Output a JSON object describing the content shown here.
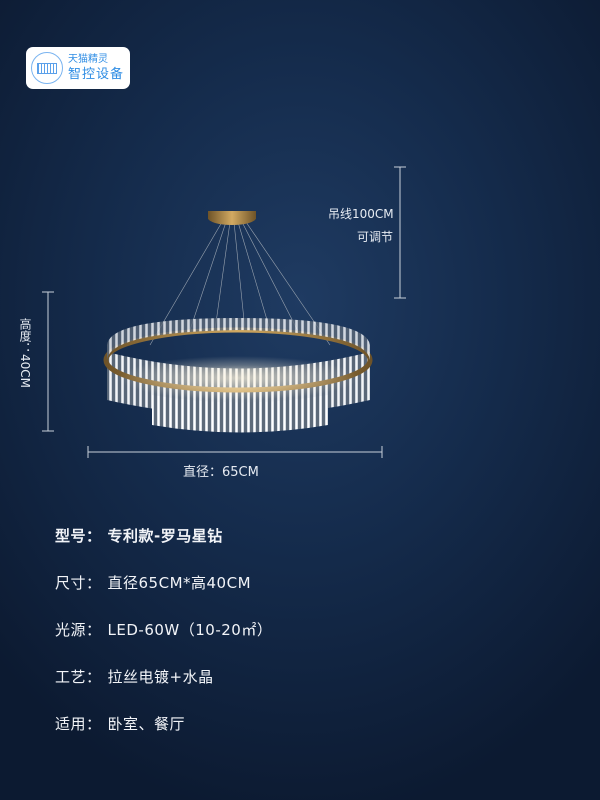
{
  "badge": {
    "line1": "天猫精灵",
    "line2": "智控设备",
    "icon": "tmall-genie-icon"
  },
  "dimensions": {
    "hanging": "吊线100CM",
    "adjustable": "可调节",
    "height": "高度：40CM",
    "diameter": "直径：65CM"
  },
  "specs": [
    {
      "key": "型号：",
      "value": "专利款-罗马星钻"
    },
    {
      "key": "尺寸：",
      "value": "直径65CM*高40CM"
    },
    {
      "key": "光源：",
      "value": "LED-60W（10-20㎡）"
    },
    {
      "key": "工艺：",
      "value": "拉丝电镀+水晶"
    },
    {
      "key": "适用：",
      "value": "卧室、餐厅"
    }
  ],
  "colors": {
    "accent": "#2f8de4",
    "gold": "#b08a4a",
    "background": "#152c4d"
  }
}
